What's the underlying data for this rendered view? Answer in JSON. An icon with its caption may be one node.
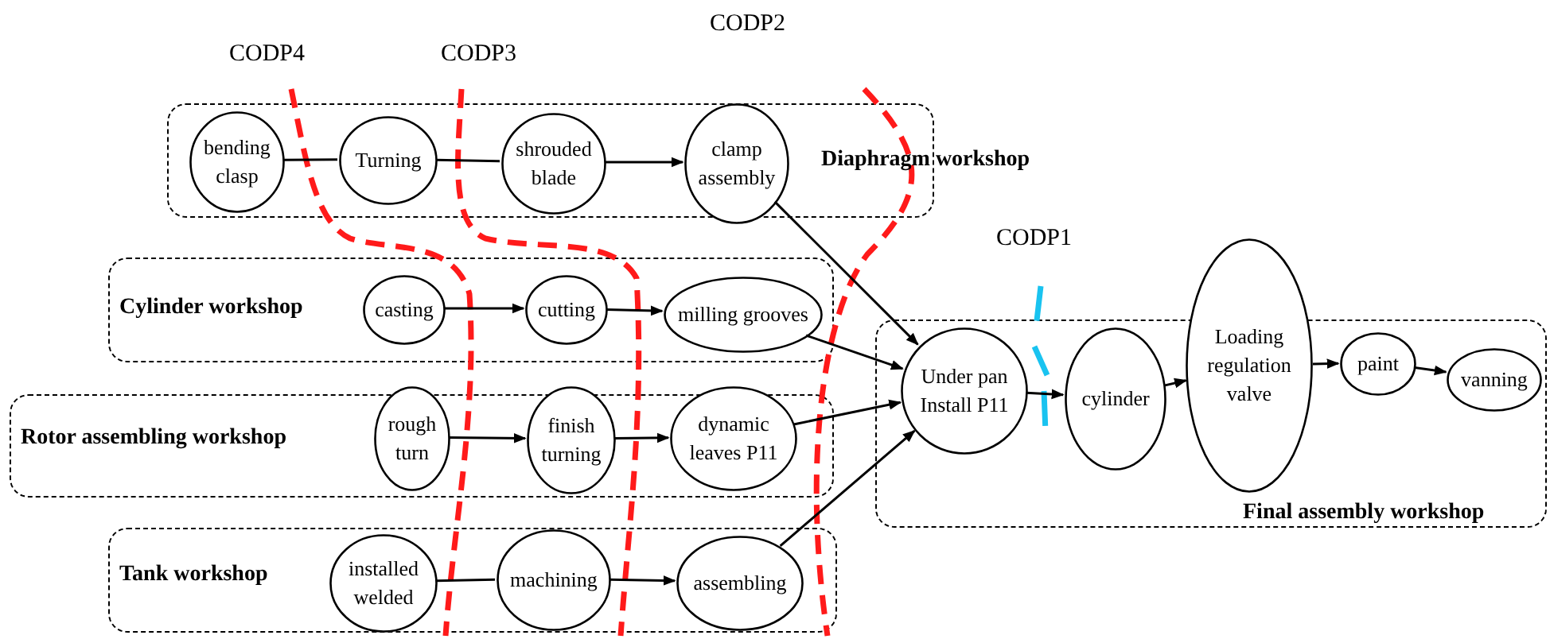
{
  "diagram": {
    "nodes": [
      {
        "text": [
          "Diaphragm workshop"
        ]
      },
      {
        "text": [
          "bending clasp"
        ],
        "in": 0
      },
      {
        "text": [
          "Turning"
        ],
        "in": 0
      },
      {
        "text": [
          "shrouded blade"
        ],
        "in": 0
      },
      {
        "text": [
          "clamp assembly"
        ],
        "in": 0
      },
      {
        "text": [
          "Cylinder workshop"
        ]
      },
      {
        "text": [
          "casting"
        ],
        "in": 5
      },
      {
        "text": [
          "cutting"
        ],
        "in": 5
      },
      {
        "text": [
          "milling grooves"
        ],
        "in": 5
      },
      {
        "text": [
          "Rotor assembling workshop"
        ]
      },
      {
        "text": [
          "rough turn"
        ],
        "in": 9
      },
      {
        "text": [
          "finish turning"
        ],
        "in": 9
      },
      {
        "text": [
          "dynamic leaves P11"
        ],
        "in": 9
      },
      {
        "text": [
          "Tank workshop"
        ]
      },
      {
        "text": [
          "installed welded"
        ],
        "in": 13
      },
      {
        "text": [
          "machining"
        ],
        "in": 13
      },
      {
        "text": [
          "assembling"
        ],
        "in": 13
      },
      {
        "text": [
          "Final assembly workshop"
        ]
      },
      {
        "text": [
          "Under pan Install P11"
        ],
        "in": 17
      },
      {
        "text": [
          "cylinder"
        ],
        "in": 17
      },
      {
        "text": [
          "Loading regulation valve"
        ]
      },
      {
        "text": [
          "paint"
        ],
        "in": 17
      },
      {
        "text": [
          "vanning"
        ],
        "in": 17
      }
    ],
    "edges": [
      {
        "from": 1,
        "to": 2,
        "arrow": "none"
      },
      {
        "from": 2,
        "to": 3,
        "arrow": "none"
      },
      {
        "from": 3,
        "to": 4,
        "arrow": "to"
      },
      {
        "from": 4,
        "to": 18,
        "arrow": "to"
      },
      {
        "from": 6,
        "to": 7,
        "arrow": "to"
      },
      {
        "from": 7,
        "to": 8,
        "arrow": "to"
      },
      {
        "from": 8,
        "to": 18,
        "arrow": "to"
      },
      {
        "from": 10,
        "to": 11,
        "arrow": "to"
      },
      {
        "from": 11,
        "to": 12,
        "arrow": "to"
      },
      {
        "from": 12,
        "to": 18,
        "arrow": "to"
      },
      {
        "from": 14,
        "to": 15,
        "arrow": "none"
      },
      {
        "from": 15,
        "to": 16,
        "arrow": "to"
      },
      {
        "from": 16,
        "to": 18,
        "arrow": "to"
      },
      {
        "from": 18,
        "to": 19,
        "arrow": "to"
      },
      {
        "from": 19,
        "to": 20,
        "arrow": "to"
      },
      {
        "from": 20,
        "to": 21,
        "arrow": "to"
      },
      {
        "from": 21,
        "to": 22,
        "arrow": "to"
      }
    ],
    "labels": [
      "CODP2",
      "CODP4",
      "CODP3",
      "CODP1"
    ]
  }
}
